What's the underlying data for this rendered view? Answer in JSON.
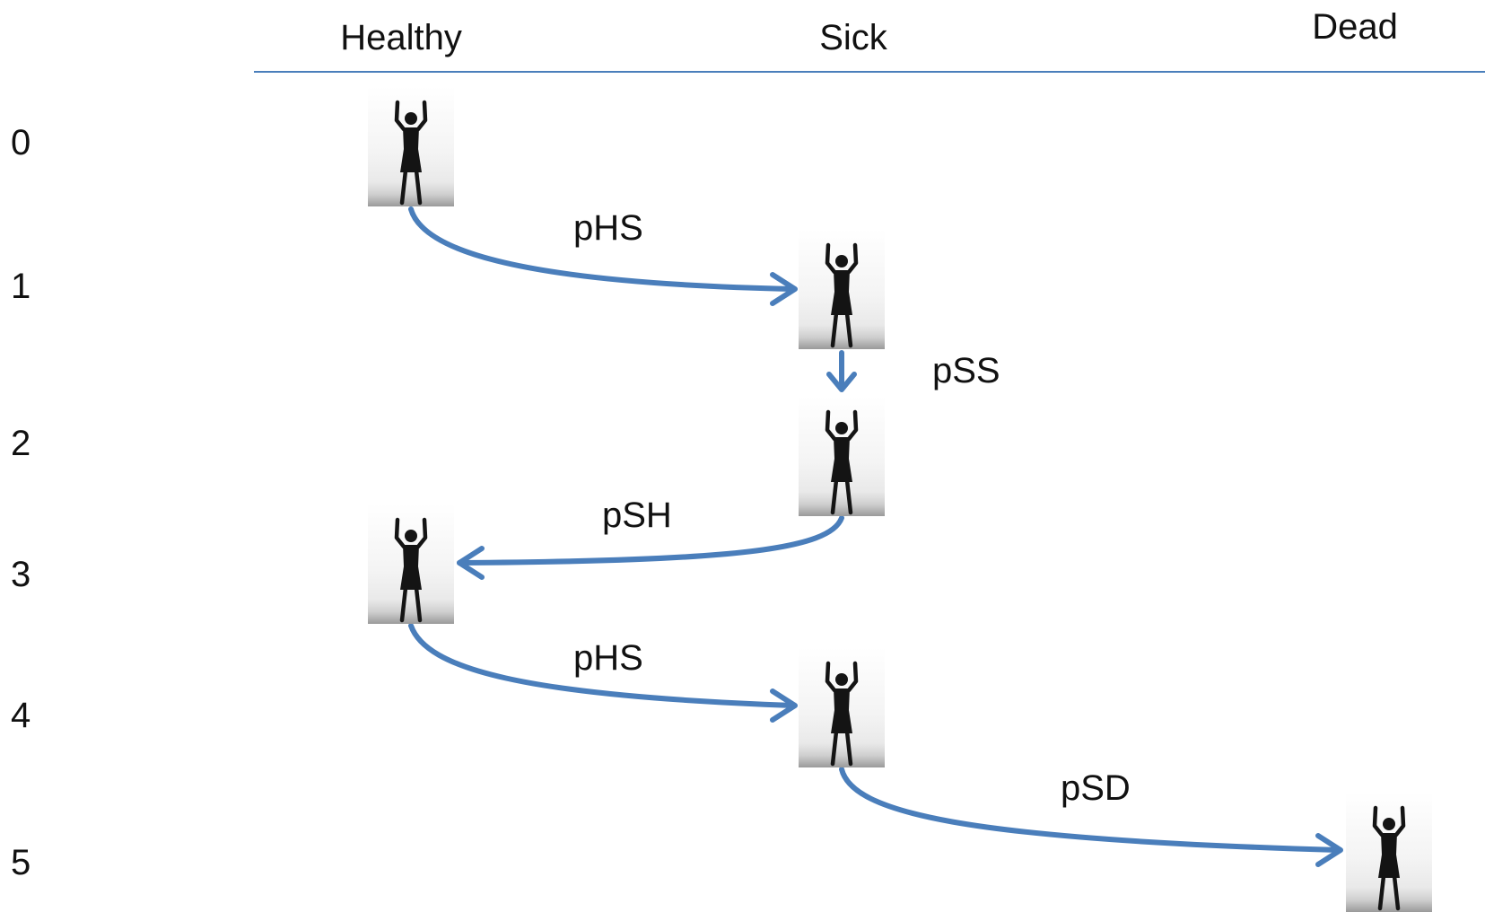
{
  "states": [
    "Healthy",
    "Sick",
    "Dead"
  ],
  "time_steps": [
    "0",
    "1",
    "2",
    "3",
    "4",
    "5"
  ],
  "figure_icon": "person-silhouette-arms-raised-icon",
  "arrow_color": "#4a7ebb",
  "path": [
    {
      "time": "0",
      "state": "Healthy"
    },
    {
      "time": "1",
      "state": "Sick"
    },
    {
      "time": "2",
      "state": "Sick"
    },
    {
      "time": "3",
      "state": "Healthy"
    },
    {
      "time": "4",
      "state": "Sick"
    },
    {
      "time": "5",
      "state": "Dead"
    }
  ],
  "transitions": [
    {
      "from_time": "0",
      "to_time": "1",
      "label": "pHS"
    },
    {
      "from_time": "1",
      "to_time": "2",
      "label": "pSS"
    },
    {
      "from_time": "2",
      "to_time": "3",
      "label": "pSH"
    },
    {
      "from_time": "3",
      "to_time": "4",
      "label": "pHS"
    },
    {
      "from_time": "4",
      "to_time": "5",
      "label": "pSD"
    }
  ]
}
